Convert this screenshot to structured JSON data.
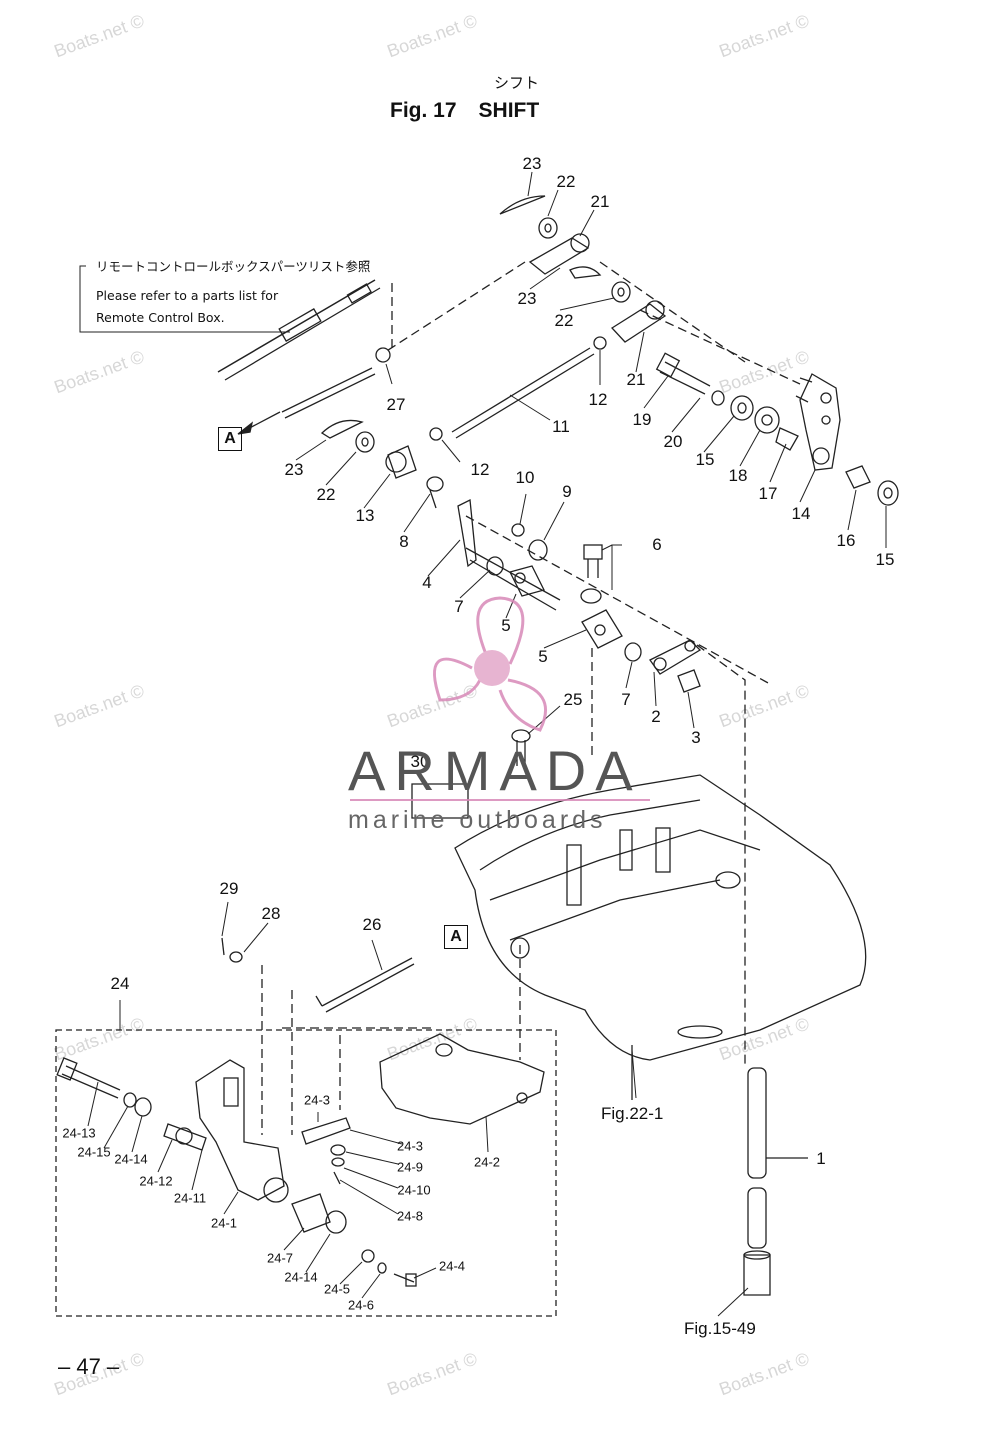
{
  "header": {
    "title_jp": "シフト",
    "fig_label": "Fig. 17",
    "fig_title": "SHIFT"
  },
  "note": {
    "jp": "リモートコントロールボックスパーツリスト参照",
    "line1": "Please refer to a parts list for",
    "line2": "Remote Control Box."
  },
  "callouts": {
    "c23a": "23",
    "c22a": "22",
    "c21a": "21",
    "c23b": "23",
    "c22b": "22",
    "c21b": "21",
    "c27": "27",
    "c12a": "12",
    "c11": "11",
    "c19": "19",
    "c20": "20",
    "c15a": "15",
    "c18": "18",
    "c17": "17",
    "c14": "14",
    "c16": "16",
    "c15b": "15",
    "c23c": "23",
    "c22c": "22",
    "c13": "13",
    "c12b": "12",
    "c10": "10",
    "c9": "9",
    "c8": "8",
    "c4": "4",
    "c7a": "7",
    "c6": "6",
    "c5a": "5",
    "c5b": "5",
    "c7b": "7",
    "c2": "2",
    "c3": "3",
    "c25": "25",
    "c30": "30",
    "c29": "29",
    "c28": "28",
    "c26": "26",
    "c24": "24",
    "c1": "1"
  },
  "subparts": {
    "s2413": "24-13",
    "s2415": "24-15",
    "s2414a": "24-14",
    "s2412": "24-12",
    "s2411": "24-11",
    "s241": "24-1",
    "s243a": "24-3",
    "s243b": "24-3",
    "s249": "24-9",
    "s2410": "24-10",
    "s248": "24-8",
    "s242": "24-2",
    "s247": "24-7",
    "s2414b": "24-14",
    "s245": "24-5",
    "s246": "24-6",
    "s244": "24-4"
  },
  "refs": {
    "a_marker": "A",
    "a_marker2": "A",
    "fig22": "Fig.22-1",
    "fig15": "Fig.15-49"
  },
  "logo": {
    "name": "ARMADA",
    "tagline": "marine outboards"
  },
  "watermark": "Boats.net ©",
  "page_number": "– 47 –"
}
